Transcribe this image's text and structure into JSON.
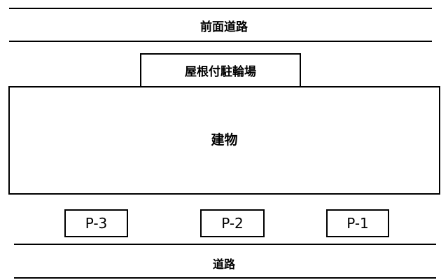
{
  "front_road": {
    "label": "前面道路"
  },
  "bicycle_parking": {
    "label": "屋根付駐輪場"
  },
  "building": {
    "label": "建物"
  },
  "parking_spaces": [
    {
      "label": "P-3"
    },
    {
      "label": "P-2"
    },
    {
      "label": "P-1"
    }
  ],
  "rear_road": {
    "label": "道路"
  }
}
